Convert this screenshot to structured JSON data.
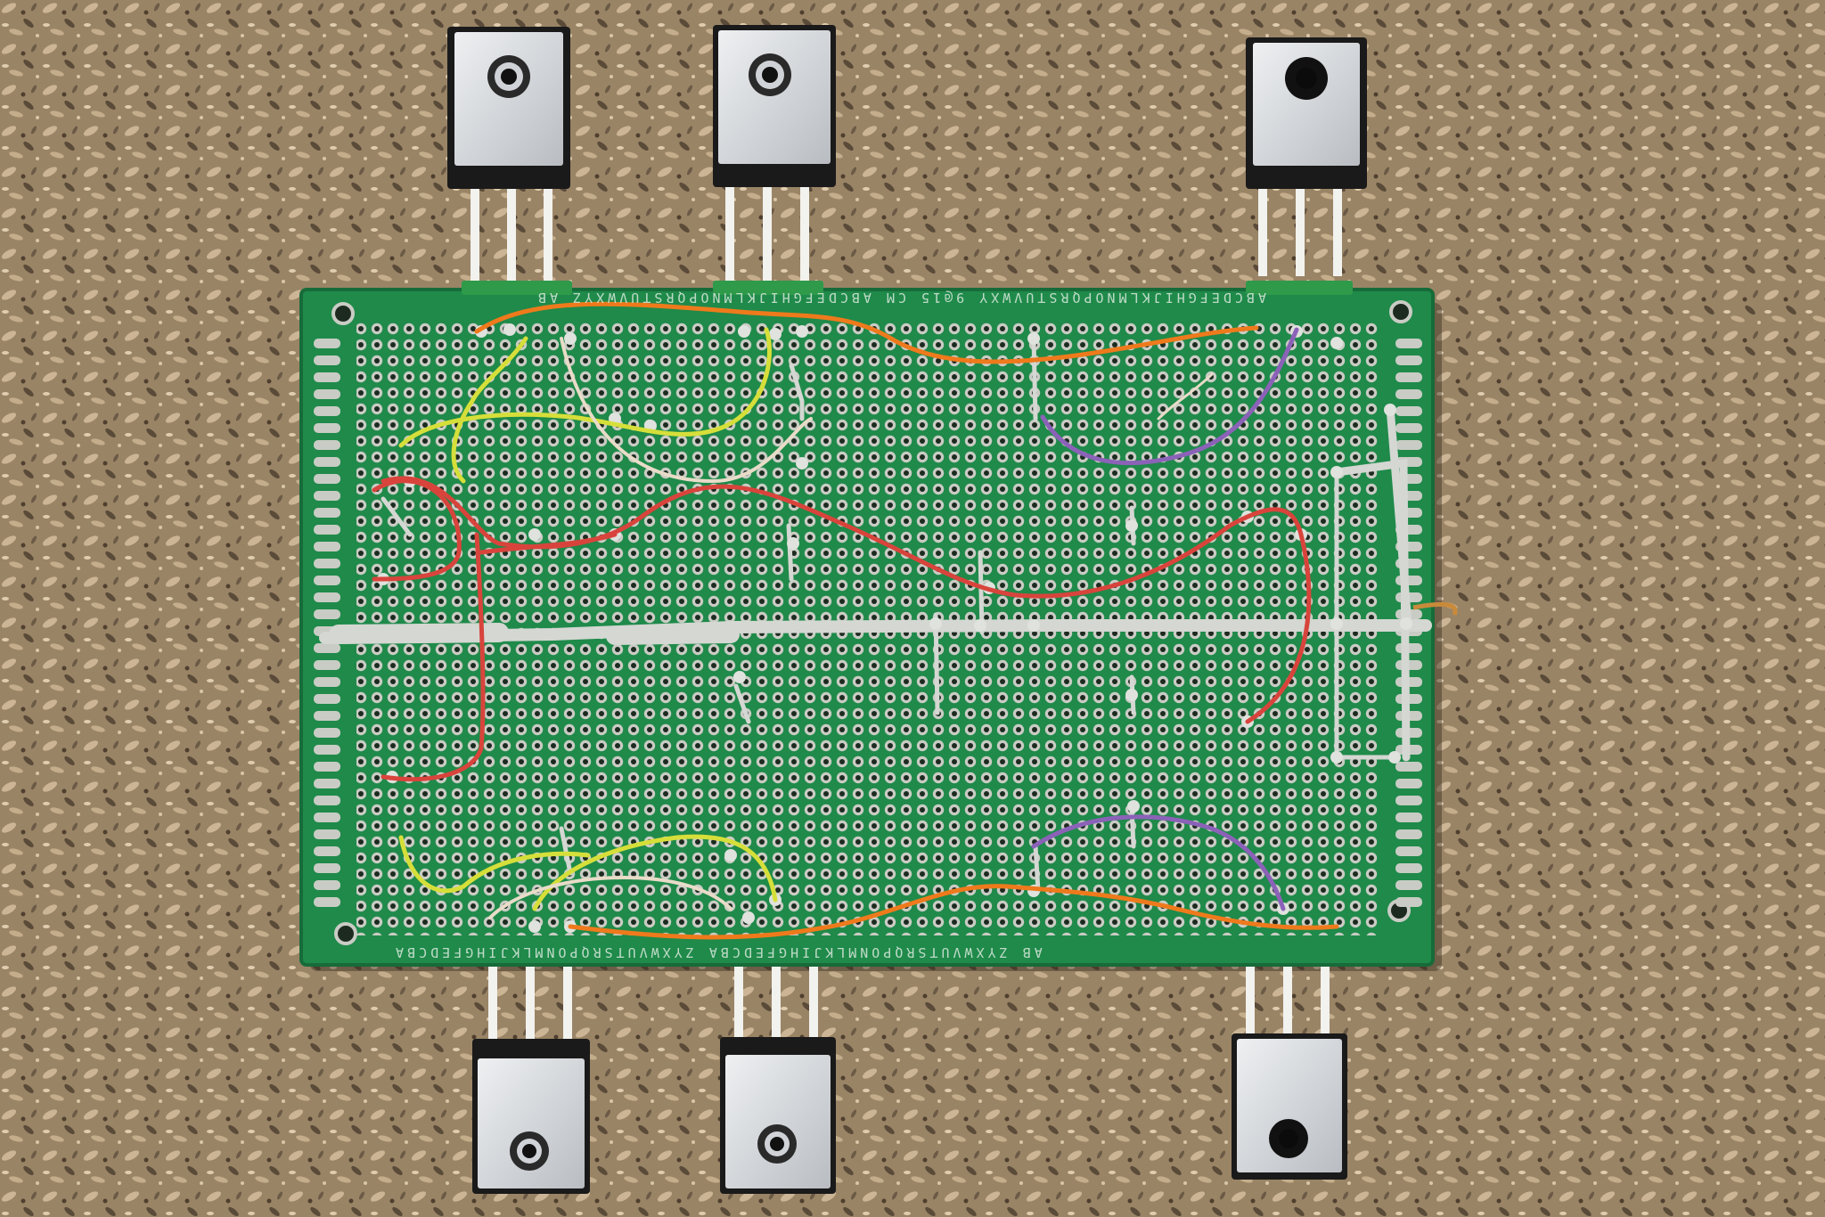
{
  "photo": {
    "subject": "perfboard",
    "colors": {
      "carpet_base": "#9a8466",
      "carpet_light": "#cbb595",
      "carpet_dark": "#5a4a38",
      "board": "#1f8a4a",
      "board_edge": "#176b39",
      "pad": "#c9ccc4",
      "hole": "#1d2a1f",
      "solder": "#d4d7d2",
      "wire_red": "#d8443c",
      "wire_orange": "#ee7a1c",
      "wire_yellow": "#d6df3a",
      "wire_purple": "#8b62b8",
      "wire_white": "#e8dcc8",
      "transistor_body": "#1a1a1a",
      "transistor_tab": "#dcdfe3",
      "terminal_green": "#2e9a4a"
    }
  },
  "silkscreen": {
    "top_row": "ABCDEFGHIJKLMNOPQRSTUVWXY 9@15 CM ABCDEFGHIJKLMNOPQRSTUVWXYZ AB",
    "bottom_row": "AB ZYXWVUTSRQPONMLKJIHGFEDCBA ZYXWVUTSRQPONMLKJIHGFEDCBA"
  }
}
